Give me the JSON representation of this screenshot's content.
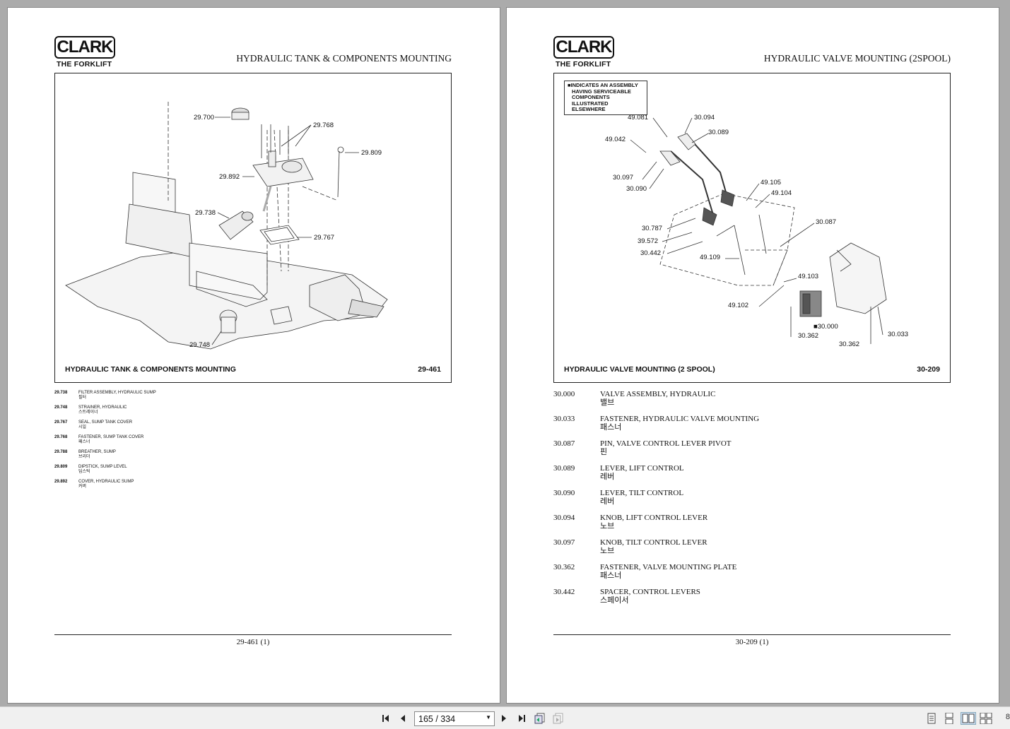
{
  "left_page": {
    "logo": {
      "brand": "CLARK",
      "tagline": "THE FORKLIFT"
    },
    "title": "HYDRAULIC TANK & COMPONENTS MOUNTING",
    "figure": {
      "caption": "HYDRAULIC TANK & COMPONENTS MOUNTING",
      "code": "29-461",
      "callouts": [
        "29.700",
        "29.768",
        "29.809",
        "29.892",
        "29.738",
        "29.767",
        "29.748"
      ]
    },
    "parts": [
      {
        "num": "29.738",
        "desc": "FILTER ASSEMBLY, HYDRAULIC SUMP",
        "korean": "필터"
      },
      {
        "num": "29.748",
        "desc": "STRAINER, HYDRAULIC",
        "korean": "스트레이너"
      },
      {
        "num": "29.767",
        "desc": "SEAL, SUMP TANK COVER",
        "korean": "시일"
      },
      {
        "num": "29.768",
        "desc": "FASTENER, SUMP TANK COVER",
        "korean": "패스너"
      },
      {
        "num": "29.788",
        "desc": "BREATHER, SUMP",
        "korean": "브리더"
      },
      {
        "num": "29.809",
        "desc": "DIPSTICK, SUMP LEVEL",
        "korean": "딥스틱"
      },
      {
        "num": "29.892",
        "desc": "COVER, HYDRAULIC SUMP",
        "korean": "커버"
      }
    ],
    "footer": "29-461 (1)"
  },
  "right_page": {
    "logo": {
      "brand": "CLARK",
      "tagline": "THE FORKLIFT"
    },
    "title": "HYDRAULIC VALVE MOUNTING (2SPOOL)",
    "figure": {
      "caption": "HYDRAULIC VALVE MOUNTING (2 SPOOL)",
      "code": "30-209",
      "legend_lines": [
        "■INDICATES AN ASSEMBLY",
        "HAVING SERVICEABLE",
        "COMPONENTS ILLUSTRATED",
        "ELSEWHERE"
      ],
      "callouts": [
        "49.081",
        "30.094",
        "30.089",
        "49.042",
        "30.097",
        "30.090",
        "49.105",
        "49.104",
        "30.087",
        "30.787",
        "39.572",
        "30.442",
        "49.109",
        "49.103",
        "49.102",
        "■30.000",
        "30.362",
        "30.033",
        "30.362"
      ]
    },
    "parts": [
      {
        "num": "30.000",
        "desc": "VALVE ASSEMBLY, HYDRAULIC",
        "korean": "밸브"
      },
      {
        "num": "30.033",
        "desc": "FASTENER, HYDRAULIC VALVE MOUNTING",
        "korean": "패스너"
      },
      {
        "num": "30.087",
        "desc": "PIN, VALVE CONTROL LEVER PIVOT",
        "korean": "핀"
      },
      {
        "num": "30.089",
        "desc": "LEVER, LIFT CONTROL",
        "korean": "레버"
      },
      {
        "num": "30.090",
        "desc": "LEVER, TILT CONTROL",
        "korean": "레버"
      },
      {
        "num": "30.094",
        "desc": "KNOB, LIFT CONTROL LEVER",
        "korean": "노브"
      },
      {
        "num": "30.097",
        "desc": "KNOB, TILT CONTROL LEVER",
        "korean": "노브"
      },
      {
        "num": "30.362",
        "desc": "FASTENER, VALVE MOUNTING PLATE",
        "korean": "패스너"
      },
      {
        "num": "30.442",
        "desc": "SPACER, CONTROL LEVERS",
        "korean": "스페이서"
      }
    ],
    "footer": "30-209 (1)"
  },
  "toolbar": {
    "page_indicator": "165 / 334",
    "right_edge_text": "8",
    "icons": [
      "first-page-icon",
      "previous-page-icon",
      "next-page-icon",
      "last-page-icon",
      "previous-view-icon",
      "next-view-icon",
      "single-page-icon",
      "continuous-page-icon",
      "facing-pages-icon",
      "continuous-facing-icon"
    ]
  }
}
